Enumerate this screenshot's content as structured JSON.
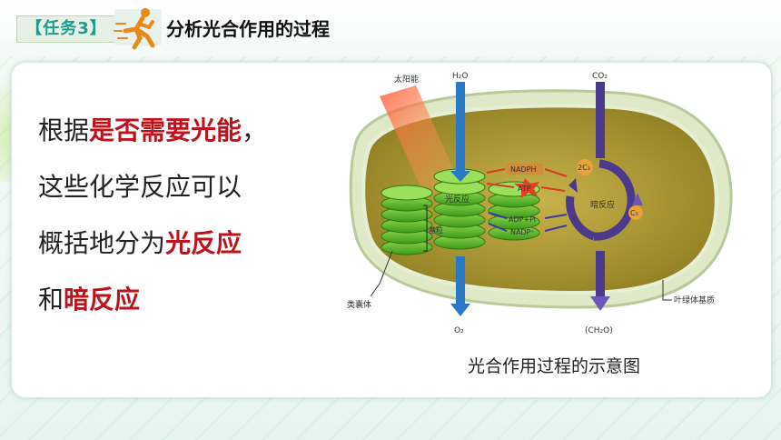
{
  "header": {
    "task_tag": "【任务3】",
    "title": "分析光合作用的过程"
  },
  "main": {
    "lines": [
      {
        "segments": [
          {
            "text": "根据",
            "highlight": false
          },
          {
            "text": "是否需要光能",
            "highlight": true
          },
          {
            "text": "，",
            "highlight": false
          }
        ]
      },
      {
        "segments": [
          {
            "text": "这些化学反应可以",
            "highlight": false
          }
        ]
      },
      {
        "segments": [
          {
            "text": "概括地分为",
            "highlight": false
          },
          {
            "text": "光反应",
            "highlight": true
          }
        ]
      },
      {
        "segments": [
          {
            "text": "和",
            "highlight": false
          },
          {
            "text": "暗反应",
            "highlight": true
          }
        ]
      }
    ]
  },
  "diagram": {
    "labels": {
      "solar_energy": "太阳能",
      "h2o": "H₂O",
      "co2": "CO₂",
      "nadph": "NADPH",
      "atp": "ATP",
      "light_reaction": "光反应",
      "dark_reaction": "暗反应",
      "adp_pi": "ADP+Pi",
      "nadp": "NADP⁺",
      "c2": "2C₃",
      "c5": "C₅",
      "grana": "基粒",
      "thylakoid": "类囊体",
      "stroma": "叶绿体基质",
      "o2": "O₂",
      "ch2o": "(CH₂O)"
    },
    "caption": "光合作用过程的示意图"
  },
  "colors": {
    "accent": "#1e9a8f",
    "highlight": "#c0121c",
    "arrow_blue": "#2a78c8",
    "cycle_purple": "#4b3a8c"
  }
}
